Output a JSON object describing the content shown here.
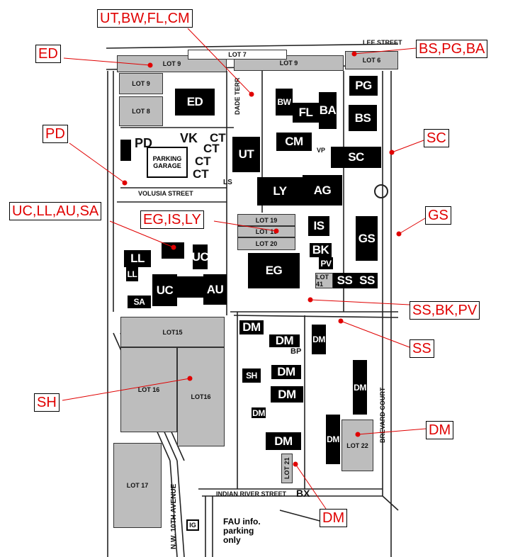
{
  "callouts": [
    {
      "label": "UT,BW,FL,CM"
    },
    {
      "label": "ED"
    },
    {
      "label": "BS,PG,BA"
    },
    {
      "label": "PD"
    },
    {
      "label": "SC"
    },
    {
      "label": "UC,LL,AU,SA"
    },
    {
      "label": "EG,IS,LY"
    },
    {
      "label": "GS"
    },
    {
      "label": "SS,BK,PV"
    },
    {
      "label": "SS"
    },
    {
      "label": "SH"
    },
    {
      "label": "DM"
    },
    {
      "label": "DM"
    }
  ],
  "buildings": [
    "ED",
    "BW",
    "FL",
    "BA",
    "PG",
    "BS",
    "CM",
    "SC",
    "UT",
    "LY",
    "AG",
    "IS",
    "GS",
    "BK",
    "PV",
    "SS",
    "SS",
    "EG",
    "LL",
    "LL",
    "UC",
    "UC",
    "AU",
    "SA",
    "DM",
    "DM",
    "DM",
    "DM",
    "DM",
    "SH",
    "DM",
    "DM",
    "DM",
    "DM"
  ],
  "lots": [
    "LOT 9",
    "LOT 9",
    "LOT 6",
    "LOT 9",
    "LOT 8",
    "LOT 19",
    "LOT 19",
    "LOT 20",
    "LOT 41",
    "LOT15",
    "LOT 16",
    "LOT16",
    "LOT 17",
    "LOT 21",
    "LOT 22",
    "LOT 7"
  ],
  "labels": [
    "LEE STREET",
    "VOLUSIA STREET",
    "INDIAN RIVER STREET",
    "PD",
    "VK",
    "CT",
    "CT",
    "CT",
    "CT",
    "LS",
    "VP",
    "BP",
    "BX",
    "DADE TERR",
    "BREVARD COURT",
    "N.W. 10TH AVENUE"
  ],
  "garage": "PARKING GARAGE",
  "info": {
    "icon": "IG",
    "text": "FAU info. parking only"
  },
  "colors": {
    "callout": "#e00000",
    "building": "#000000",
    "lot": "#bdbdbd"
  }
}
